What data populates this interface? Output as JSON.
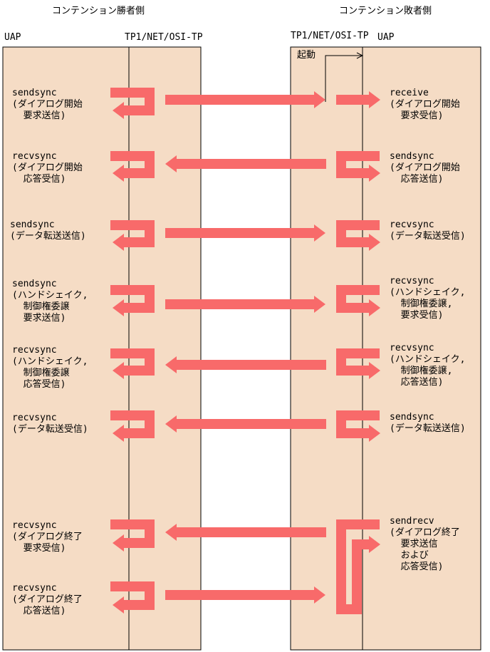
{
  "headers": {
    "left_title": "コンテンション勝者側",
    "right_title": "コンテンション敗者側",
    "left_uap": "UAP",
    "left_tp": "TP1/NET/OSI-TP",
    "right_tp": "TP1/NET/OSI-TP",
    "right_uap": "UAP"
  },
  "start_label": "起動",
  "left_labels": [
    [
      "sendsync",
      "(ダイアログ開始",
      "  要求送信)"
    ],
    [
      "recvsync",
      "(ダイアログ開始",
      "  応答受信)"
    ],
    [
      "sendsync",
      "(データ転送送信)"
    ],
    [
      "sendsync",
      "(ハンドシェイク,",
      "  制御権委譲",
      "  要求送信)"
    ],
    [
      "recvsync",
      "(ハンドシェイク,",
      "  制御権委譲",
      "  応答受信)"
    ],
    [
      "recvsync",
      "(データ転送受信)"
    ],
    [
      "recvsync",
      "(ダイアログ終了",
      "  要求受信)"
    ],
    [
      "recvsync",
      "(ダイアログ終了",
      "  応答送信)"
    ]
  ],
  "right_labels": [
    [
      "receive",
      "(ダイアログ開始",
      "  要求受信)"
    ],
    [
      "sendsync",
      "(ダイアログ開始",
      "  応答送信)"
    ],
    [
      "recvsync",
      "(データ転送受信)"
    ],
    [
      "recvsync",
      "(ハンドシェイク,",
      "  制御権委譲,",
      "  要求受信)"
    ],
    [
      "recvsync",
      "(ハンドシェイク,",
      "  制御権委譲,",
      "  応答送信)"
    ],
    [
      "sendsync",
      "(データ転送送信)"
    ],
    [
      "sendrecv",
      "(ダイアログ終了",
      "  要求送信",
      "  および",
      "  応答受信)"
    ]
  ],
  "colors": {
    "panel": "#f5dcc5",
    "arrow": "#f86a6a",
    "line": "#000000"
  }
}
